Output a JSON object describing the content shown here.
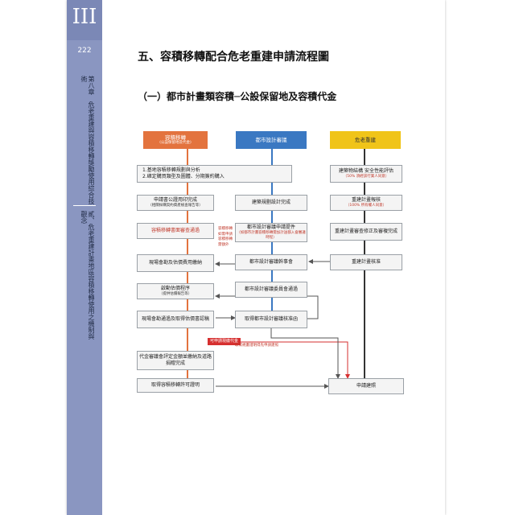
{
  "sidebar": {
    "roman": "III",
    "page_number": "222",
    "chapter": "第八章　危老重建與容積移轉獎勵使用綜合技術",
    "section": "貳、危老重建計畫地區容積移轉使用之機制與觀念"
  },
  "heading": {
    "title": "五、容積移轉配合危老重建申請流程圖",
    "subtitle": "（一）都市計畫類容積─公設保留地及容積代金"
  },
  "lanes": {
    "a": {
      "label": "容積移轉",
      "sub": "(公設保留地及代金)",
      "color": "#e3733e"
    },
    "b": {
      "label": "都市設計審議",
      "color": "#3a78c2"
    },
    "c": {
      "label": "危老重建",
      "color": "#f0c419"
    }
  },
  "boxes": {
    "a1_line1": "1.基地容積移轉規劃與分析",
    "a1_line2": "2.確定購買類型及圖體、分期簽約購入",
    "a2": "申請書公證用印完成",
    "a2_sub": "（相關採購契約資產檢查報告等）",
    "a3": "容積移轉書面審查通過",
    "a4": "現場會勘及估價費用繳納",
    "a5": "啟動估價程序",
    "a5_sub": "（提供估價報告等）",
    "a6": "現場會勘通過及取得估價書認稿",
    "a7": "代金審議會評定金額並繳納及道路捐贈完成",
    "a8": "取得容積移轉許可證明",
    "b1": "建築規劃設計完成",
    "b2": "都市設計審議申請提件",
    "b2_sub": "（如都市計畫容積移轉需加計送都入會審議時程）",
    "b3": "都市設計審議幹事會",
    "b4": "都市設計審議委員會通過",
    "b5": "取得都市設計審議核准函",
    "c1": "建築物結構 安全性能評估",
    "c1_sub": "（50% 須經該行業人同意）",
    "c2": "重建計畫報核",
    "c2_sub": "（100% 所有權人同意）",
    "c3": "重建計畫審查修正及審複完成",
    "c4": "重建計畫核准",
    "c5": "申請建照"
  },
  "notes": {
    "side_note": "容積移轉如需申請容積移轉需額外",
    "red_label": "可申請現繳代金",
    "bottom_note": "取得規畫證明得先申請建照"
  }
}
